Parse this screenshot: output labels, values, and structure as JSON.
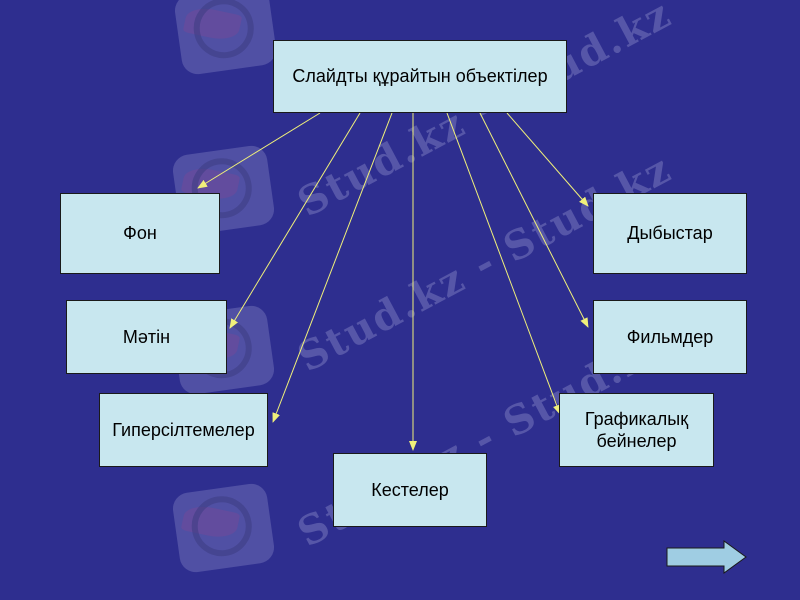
{
  "diagram": {
    "root": {
      "label": "Слайдты құрайтын объектілер"
    },
    "children": [
      {
        "label": "Фон"
      },
      {
        "label": "Мәтін"
      },
      {
        "label": "Гиперсілтемелер"
      },
      {
        "label": "Кестелер"
      },
      {
        "label": "Графикалық\nбейнелер"
      },
      {
        "label": "Фильмдер"
      },
      {
        "label": "Дыбыстар"
      }
    ]
  },
  "watermark": {
    "text": "Stud.kz - Stud.kz"
  },
  "colors": {
    "background": "#2e2e8f",
    "box_fill": "#c8e7ef",
    "box_border": "#1a1a1a",
    "connector": "#f0f07a"
  },
  "navigation": {
    "next_icon": "arrow-right-icon"
  }
}
